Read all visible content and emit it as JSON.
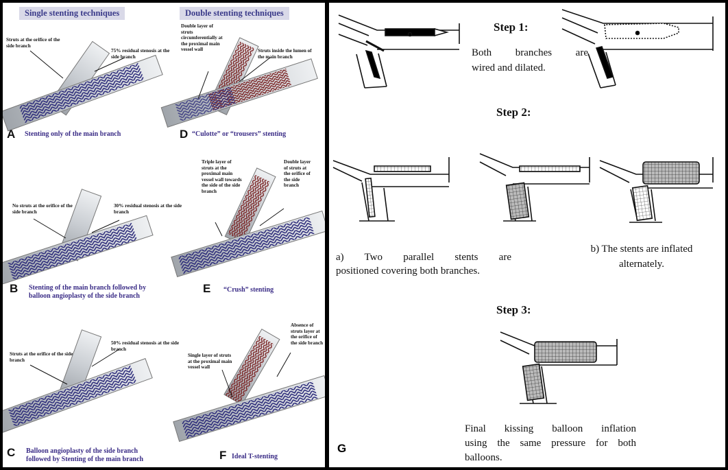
{
  "left": {
    "header_single": "Single stenting techniques",
    "header_double": "Double stenting techniques",
    "panels": [
      {
        "label": "A",
        "caption": "Stenting only of the main branch",
        "annotations": [
          "Struts at the orifice of the side branch",
          "75% residual stenosis at the side branch"
        ]
      },
      {
        "label": "D",
        "caption": "“Culotte” or “trousers” stenting",
        "annotations": [
          "Double layer of struts circumferentially at the proximal main vessel wall",
          "Struts inside the lumen of the main branch"
        ]
      },
      {
        "label": "B",
        "caption": "Stenting of the main branch followed by balloon angioplasty of the side branch",
        "annotations": [
          "No struts at the orifice of the side branch",
          "30% residual stenosis at the side branch"
        ]
      },
      {
        "label": "E",
        "caption": "“Crush” stenting",
        "annotations": [
          "Triple layer of struts at the proximal main vessel wall towards the side of the side branch",
          "Double layer of struts at the orifice of the side branch"
        ]
      },
      {
        "label": "C",
        "caption": "Balloon angioplasty of the side branch followed by Stenting of the main branch",
        "annotations": [
          "Struts at the orifice of the side branch",
          "50% residual stenosis at the side branch"
        ]
      },
      {
        "label": "F",
        "caption": "Ideal T-stenting",
        "annotations": [
          "Single layer of struts at the proximal main vessel wall",
          "Absence of struts layer at the orifice of the side branch"
        ]
      }
    ],
    "colors": {
      "stent_blue": "#2b2a7a",
      "stent_red": "#7a2323",
      "vessel": "#c4c8cc",
      "caption": "#3a2c86"
    }
  },
  "right": {
    "step1_title": "Step 1:",
    "step1_text": [
      "Both branches are",
      "wired and dilated."
    ],
    "step2_title": "Step 2:",
    "step2a_text": [
      "a) Two parallel stents are",
      "positioned covering both branches."
    ],
    "step2b_text": [
      "b) The stents are inflated",
      "alternately."
    ],
    "step3_title": "Step 3:",
    "step3_text": [
      "Final kissing balloon inflation",
      "using the same pressure for both",
      "balloons."
    ],
    "figure_label": "G"
  }
}
